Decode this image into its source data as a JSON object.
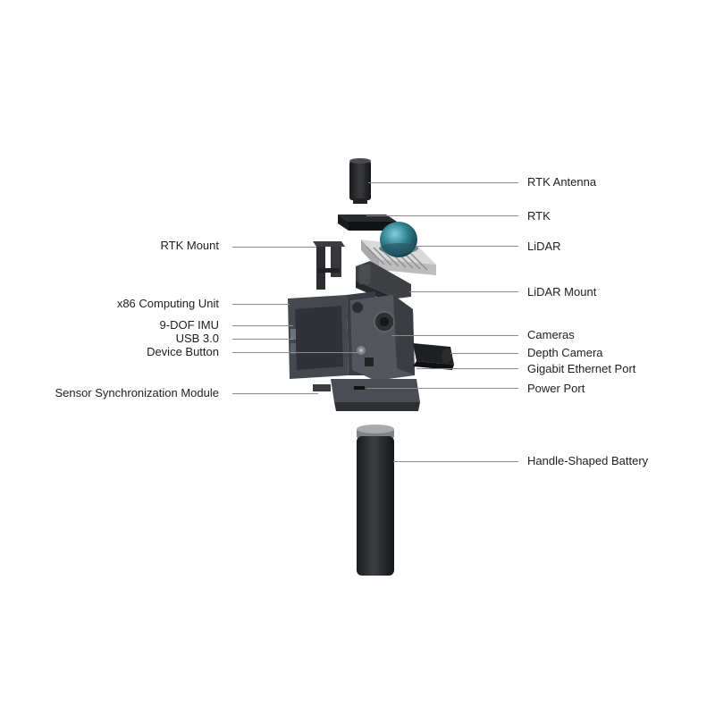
{
  "diagram": {
    "labels_left": [
      "RTK Mount",
      "x86 Computing Unit",
      "9-DOF IMU",
      "USB 3.0",
      "Device Button",
      "Sensor Synchronization Module"
    ],
    "labels_right": [
      "RTK Antenna",
      "RTK",
      "LiDAR",
      "LiDAR Mount",
      "Cameras",
      "Depth Camera",
      "Gigabit Ethernet Port",
      "Power Port",
      "Handle-Shaped Battery"
    ],
    "colors": {
      "text": "#1e1e1e",
      "leader": "#8a8a8a",
      "body": "#3a3d42",
      "dark": "#1c1d20",
      "lidar_dome": "#2f7f8f",
      "lidar_fins": "#c8c8c8"
    }
  }
}
